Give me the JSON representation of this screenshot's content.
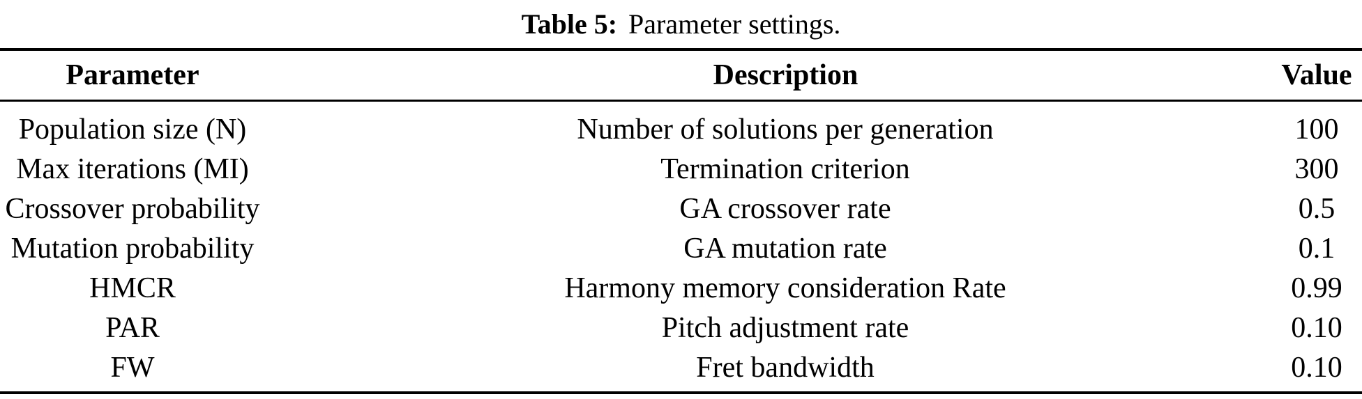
{
  "caption": {
    "label": "Table 5:",
    "text": "Parameter settings."
  },
  "table": {
    "headers": {
      "parameter": "Parameter",
      "description": "Description",
      "value": "Value"
    },
    "rows": [
      {
        "parameter": "Population size (N)",
        "description": "Number of solutions per generation",
        "value": "100"
      },
      {
        "parameter": "Max iterations (MI)",
        "description": "Termination criterion",
        "value": "300"
      },
      {
        "parameter": "Crossover probability",
        "description": "GA crossover rate",
        "value": "0.5"
      },
      {
        "parameter": "Mutation probability",
        "description": "GA mutation rate",
        "value": "0.1"
      },
      {
        "parameter": "HMCR",
        "description": "Harmony memory consideration Rate",
        "value": "0.99"
      },
      {
        "parameter": "PAR",
        "description": "Pitch adjustment rate",
        "value": "0.10"
      },
      {
        "parameter": "FW",
        "description": "Fret bandwidth",
        "value": "0.10"
      }
    ]
  },
  "colors": {
    "text": "#000000",
    "background": "#ffffff",
    "rule": "#000000"
  }
}
